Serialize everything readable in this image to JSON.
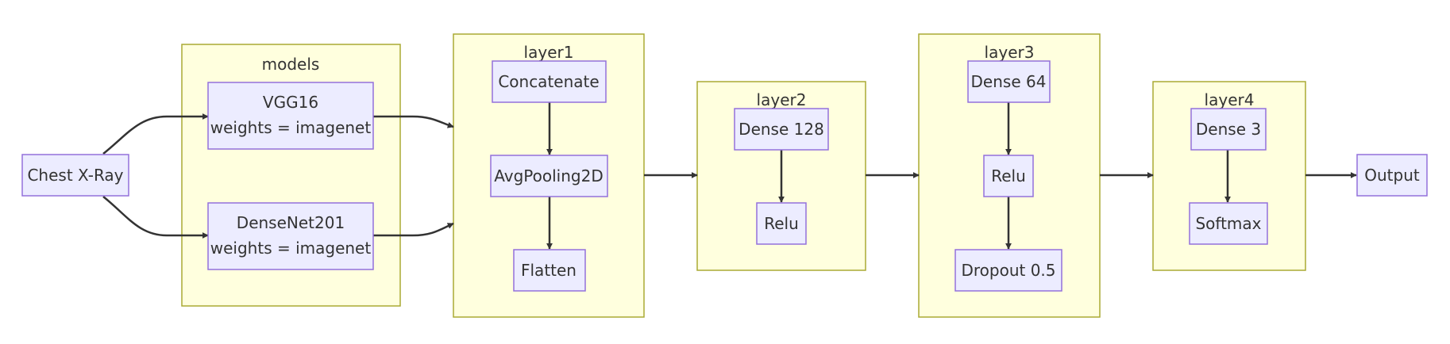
{
  "groups": {
    "models": "models",
    "layer1": "layer1",
    "layer2": "layer2",
    "layer3": "layer3",
    "layer4": "layer4"
  },
  "nodes": {
    "input": "Chest X-Ray",
    "vgg16": [
      "VGG16",
      "weights = imagenet"
    ],
    "densenet": [
      "DenseNet201",
      "weights = imagenet"
    ],
    "concatenate": "Concatenate",
    "avgpool": "AvgPooling2D",
    "flatten": "Flatten",
    "dense128": "Dense 128",
    "relu2": "Relu",
    "dense64": "Dense 64",
    "relu3": "Relu",
    "dropout": "Dropout 0.5",
    "dense3": "Dense 3",
    "softmax": "Softmax",
    "output": "Output"
  }
}
